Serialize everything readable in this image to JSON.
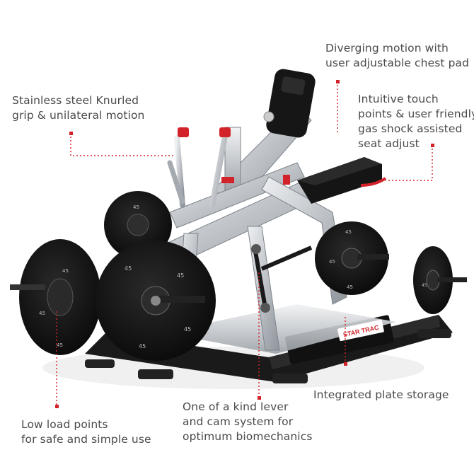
{
  "callouts": {
    "chest_pad": {
      "line1": "Diverging motion with",
      "line2": "user adjustable chest pad"
    },
    "grip": {
      "line1": "Stainless steel Knurled",
      "line2": "grip & unilateral motion"
    },
    "seat": {
      "line1": "Intuitive touch",
      "line2": "points & user friendly",
      "line3": "gas shock assisted",
      "line4": "seat adjust"
    },
    "plate_storage": {
      "line1": "Integrated plate storage"
    },
    "lever_cam": {
      "line1": "One of a kind lever",
      "line2": "and cam system for",
      "line3": "optimum biomechanics"
    },
    "load_points": {
      "line1": "Low load points",
      "line2": "for safe and simple use"
    }
  },
  "brand": {
    "logo_text": "STAR TRAC"
  },
  "plates": {
    "weight_label": "45"
  },
  "colors": {
    "accent_red": "#d2232a",
    "frame_silver": "#c9ccd1",
    "plate_black": "#151515",
    "text_gray": "#4a4a4a"
  }
}
